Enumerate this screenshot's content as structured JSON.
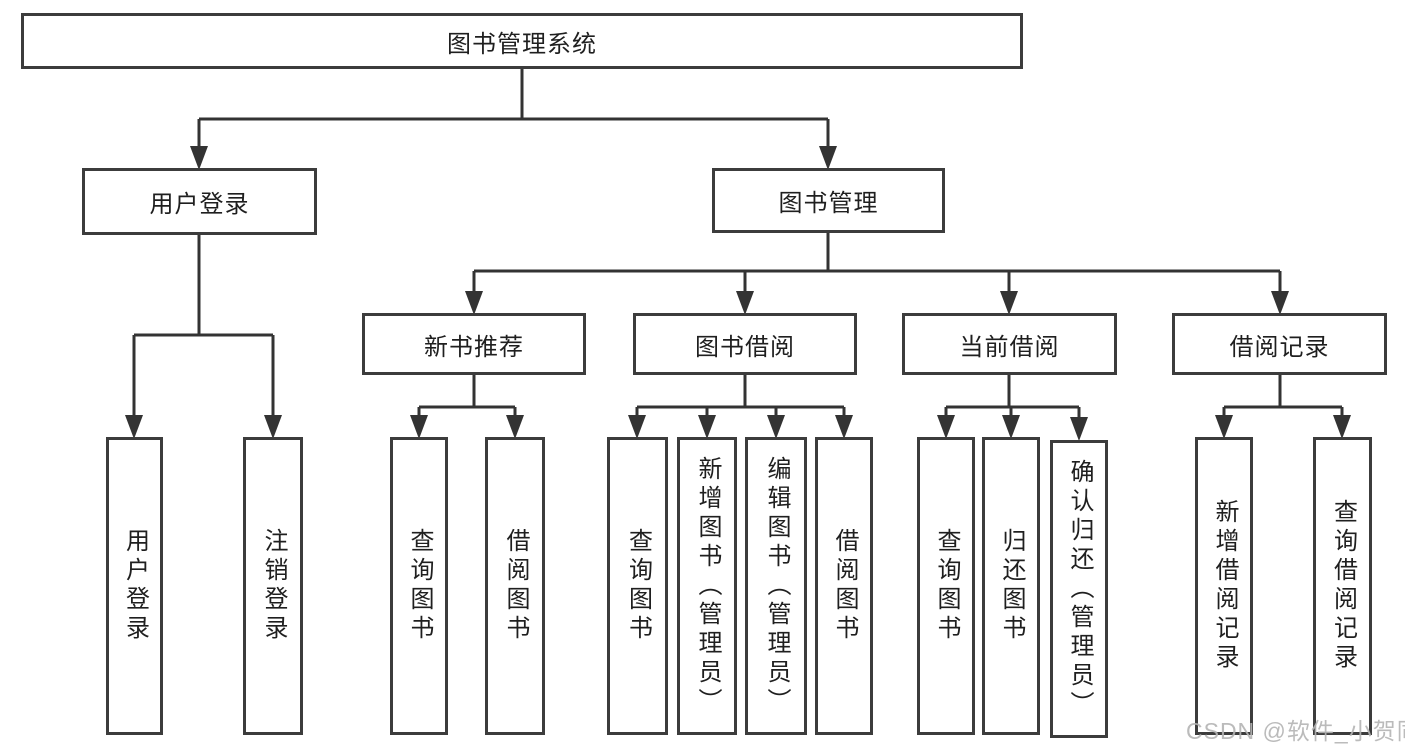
{
  "tree": {
    "root": {
      "label": "图书管理系统"
    },
    "branches": [
      {
        "label": "用户登录",
        "children": [
          {
            "label": "用户登录"
          },
          {
            "label": "注销登录"
          }
        ]
      },
      {
        "label": "图书管理",
        "children": [
          {
            "label": "新书推荐",
            "children": [
              {
                "label": "查询图书"
              },
              {
                "label": "借阅图书"
              }
            ]
          },
          {
            "label": "图书借阅",
            "children": [
              {
                "label": "查询图书"
              },
              {
                "label": "新增图书（管理员）"
              },
              {
                "label": "编辑图书（管理员）"
              },
              {
                "label": "借阅图书"
              }
            ]
          },
          {
            "label": "当前借阅",
            "children": [
              {
                "label": "查询图书"
              },
              {
                "label": "归还图书"
              },
              {
                "label": "确认归还（管理员）"
              }
            ]
          },
          {
            "label": "借阅记录",
            "children": [
              {
                "label": "新增借阅记录"
              },
              {
                "label": "查询借阅记录"
              }
            ]
          }
        ]
      }
    ]
  },
  "watermark": {
    "text": "CSDN @软件_小贺同学"
  },
  "colors": {
    "box_border": "#3c3c3c",
    "connector": "#333333",
    "text": "#1f1f1f",
    "watermark": "#b4b4b4",
    "background": "#ffffff"
  }
}
